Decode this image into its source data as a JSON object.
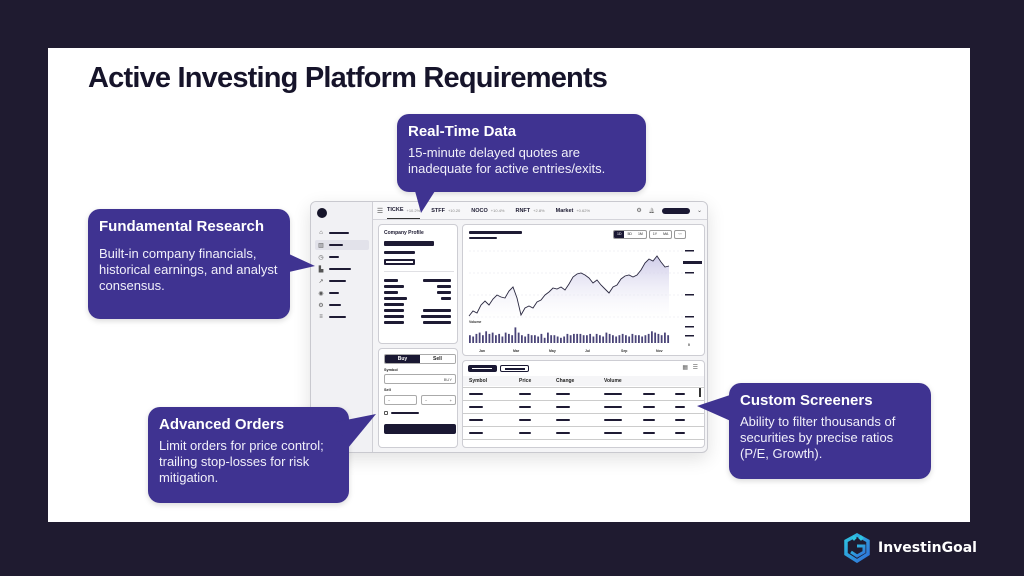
{
  "slide": {
    "title": "Active Investing Platform Requirements"
  },
  "brand": {
    "name": "InvestinGoal",
    "icon": "investingoal-logo-icon",
    "colors": {
      "gradient_start": "#2ec4e0",
      "gradient_end": "#2f6fd8"
    }
  },
  "colors": {
    "background": "#1f1b30",
    "slide_bg": "#ffffff",
    "callout_bg": "#3f3391",
    "accent_dark": "#1a1833"
  },
  "callouts": {
    "real_time": {
      "title": "Real-Time Data",
      "body": "15-minute delayed quotes are inadequate for active entries/exits."
    },
    "fundamental": {
      "title": "Fundamental Research",
      "body": "Built-in company financials, historical earnings, and analyst consensus."
    },
    "orders": {
      "title": "Advanced Orders",
      "body": "Limit orders for price control; trailing stop-losses for risk mitigation."
    },
    "screeners": {
      "title": "Custom Screeners",
      "body": "Ability to filter thousands of securities by precise ratios (P/E, Growth)."
    }
  },
  "app": {
    "sidebar": {
      "icons": [
        "home-icon",
        "building-icon",
        "clock-icon",
        "bar-chart-icon",
        "trend-icon",
        "dollar-icon",
        "gear-icon",
        "list-icon"
      ]
    },
    "topbar": {
      "menu_icon": "☰",
      "tickers": [
        {
          "symbol": "TICKE",
          "change": "+10.2%"
        },
        {
          "symbol": "STFF",
          "change": "+10.20"
        },
        {
          "symbol": "NOCO",
          "change": "+10.4%"
        },
        {
          "symbol": "RNFT",
          "change": "+2.8%"
        },
        {
          "symbol": "Market",
          "change": "+0.62%"
        }
      ],
      "settings_icon": "⚙",
      "bell_icon": "🔔",
      "chevron": "⌄"
    },
    "company_profile": {
      "title": "Company Profile"
    },
    "chart": {
      "timeframes_a": [
        "1D",
        "5D",
        "1M"
      ],
      "timeframes_b": [
        "1Y",
        "MA"
      ],
      "selected": "1D",
      "volume_label": "Volume",
      "months": [
        "Jan",
        "Mar",
        "May",
        "Jul",
        "Sep",
        "Nov"
      ],
      "volume_zero": "0"
    },
    "order_ticket": {
      "buy_label": "Buy",
      "sell_label": "Sell",
      "symbol_label": "Symbol",
      "symbol_suffix": "BUY",
      "qty_label": "Sell",
      "minus": "−",
      "plus": "+"
    },
    "screener": {
      "columns": [
        "Symbol",
        "Price",
        "Change",
        "Volume"
      ],
      "row_count": 4
    }
  }
}
